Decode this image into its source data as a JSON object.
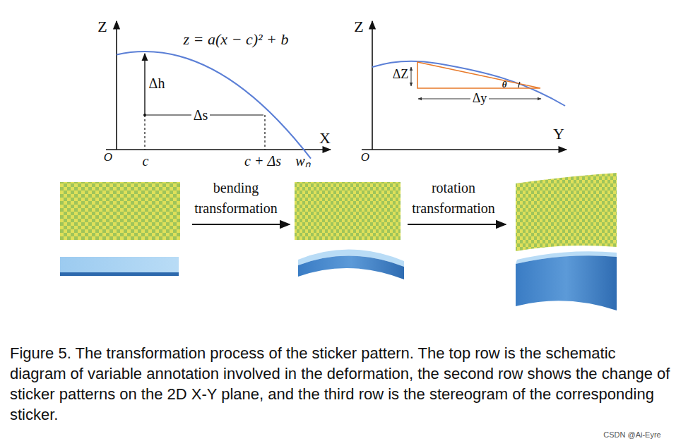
{
  "diagram": {
    "caption": "Figure 5. The transformation process of the sticker pattern. The top row is the schematic diagram of variable annotation involved in the deformation, the second row shows the change of sticker patterns on the 2D X-Y plane, and the third row is the stereogram of the corresponding sticker.",
    "labels": [
      "Z",
      "z = a(x − c)² + b",
      "Δh",
      "Δs",
      "X",
      "O",
      "c",
      "c + Δs",
      "wₙ",
      "Z",
      "ΔZ",
      "θ",
      "Δy",
      "Y",
      "O",
      "bending transformation",
      "rotation transformation",
      "CSDN @Ai-Eyre"
    ]
  }
}
